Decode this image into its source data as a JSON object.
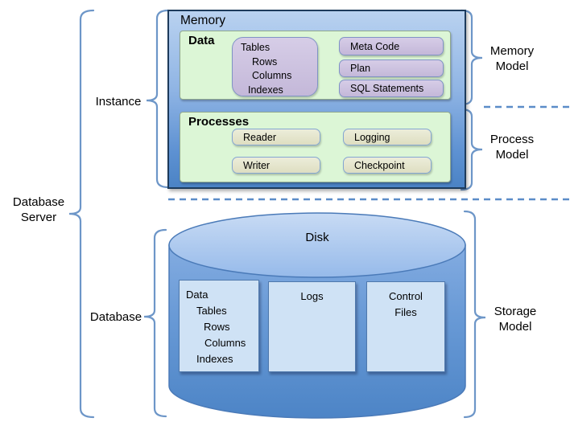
{
  "left": {
    "database_server": "Database\nServer",
    "instance": "Instance",
    "database": "Database"
  },
  "right": {
    "memory_model": "Memory\nModel",
    "process_model": "Process\nModel",
    "storage_model": "Storage\nModel"
  },
  "memory": {
    "title": "Memory",
    "data": {
      "title": "Data",
      "stack": [
        "Tables",
        "Rows",
        "Columns",
        "Indexes"
      ],
      "items": [
        "Meta Code",
        "Plan",
        "SQL Statements"
      ]
    },
    "processes": {
      "title": "Processes",
      "items": [
        "Reader",
        "Logging",
        "Writer",
        "Checkpoint"
      ]
    }
  },
  "disk": {
    "title": "Disk",
    "data_files": [
      "Data",
      "Tables",
      "Rows",
      "Columns",
      "Indexes"
    ],
    "logs": "Logs",
    "control_files": "Control\nFiles"
  },
  "colors": {
    "brace": "#6d96c8",
    "dashed_line": "#5b8cc8",
    "memory_gradient_top": "#b9d2f0",
    "memory_gradient_bottom": "#4b83c5",
    "green_panel": "#dcf6d6",
    "purple_box": "#cbc0de",
    "tan_box": "#e6e6cd",
    "cylinder_top": "#b6d0ef",
    "cylinder_bottom": "#4c84c6",
    "file_box": "#cfe2f5"
  }
}
